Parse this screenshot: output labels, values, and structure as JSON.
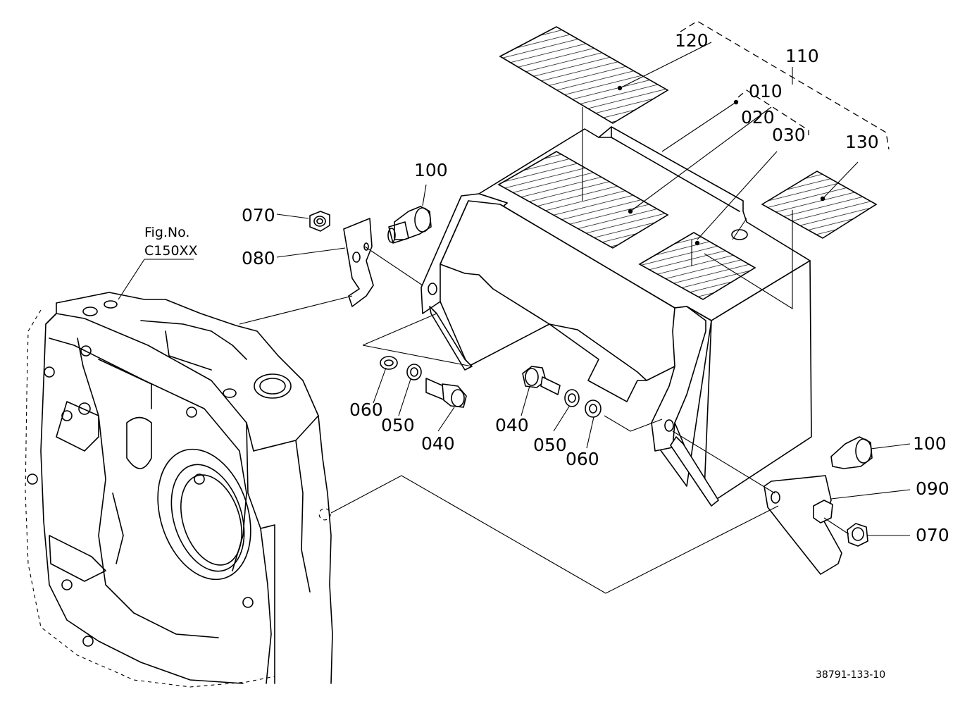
{
  "figure_reference": {
    "line1": "Fig.No.",
    "line2": "C150XX"
  },
  "callouts": {
    "p010": "010",
    "p020": "020",
    "p030": "030",
    "p040_left": "040",
    "p040_right": "040",
    "p050_left": "050",
    "p050_right": "050",
    "p060_left": "060",
    "p060_right": "060",
    "p070_left": "070",
    "p070_right": "070",
    "p080": "080",
    "p090": "090",
    "p100_left": "100",
    "p100_right": "100",
    "p110": "110",
    "p120": "120",
    "p130": "130"
  },
  "drawing_code": "38791-133-10"
}
